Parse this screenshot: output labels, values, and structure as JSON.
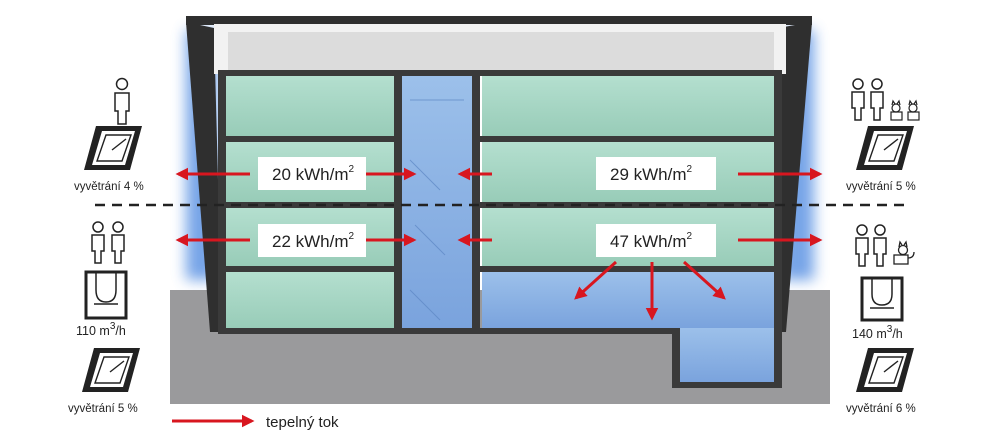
{
  "energy_labels": {
    "upper_left": {
      "value": "20 kWh/m",
      "sup": "2"
    },
    "upper_right": {
      "value": "29 kWh/m",
      "sup": "2"
    },
    "lower_left": {
      "value": "22 kWh/m",
      "sup": "2"
    },
    "lower_right": {
      "value": "47 kWh/m",
      "sup": "2"
    }
  },
  "left_side": {
    "upper_ventilation": "vyvětrání 4 %",
    "airflow": {
      "value": "110 m",
      "sup": "3",
      "unit": "/h"
    },
    "lower_ventilation": "vyvětrání 5 %"
  },
  "right_side": {
    "upper_ventilation": "vyvětrání 5 %",
    "airflow": {
      "value": "140 m",
      "sup": "3",
      "unit": "/h"
    },
    "lower_ventilation": "vyvětrání 6 %"
  },
  "legend": {
    "label": "tepelný tok"
  },
  "colors": {
    "heat_flow_arrow": "#d8161f",
    "warm_room": "#a9d8c8",
    "cool_room": "#8fb3e4",
    "ground": "#9a9a9c",
    "wall": "#3a3a3a",
    "outside_loss": "#4a86e0"
  },
  "icons": {
    "person": "person-icon",
    "cat": "cat-icon",
    "window": "roof-window-icon",
    "vent_unit": "ventilation-unit-icon"
  }
}
